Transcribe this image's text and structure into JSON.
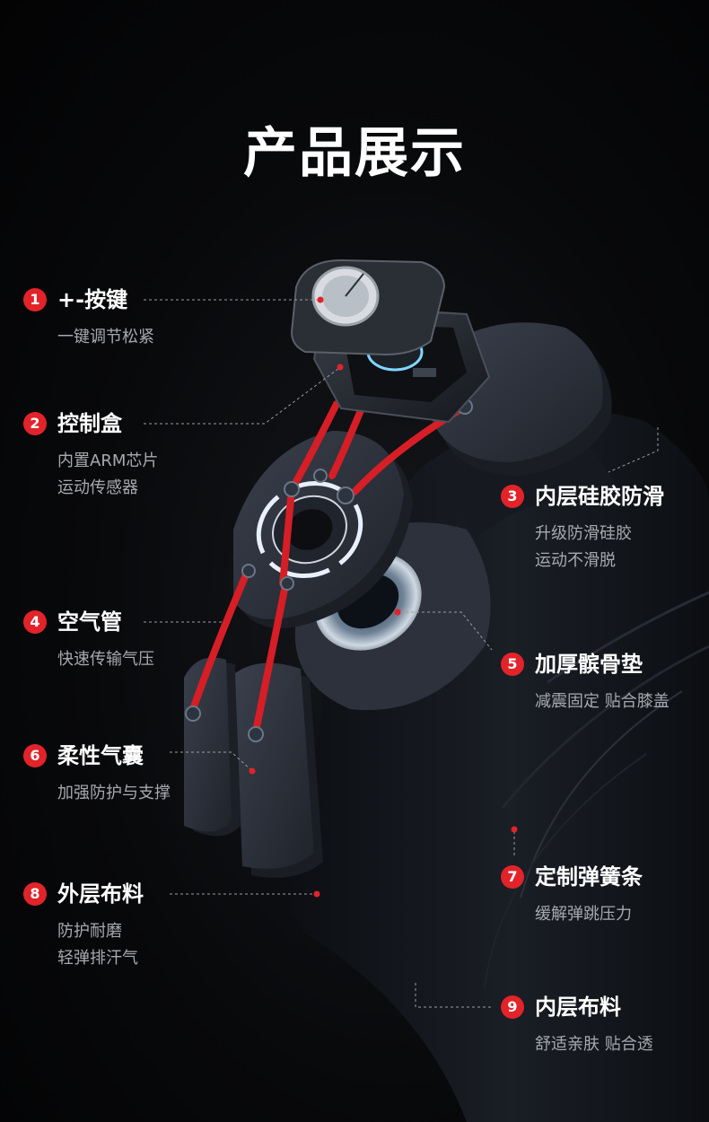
{
  "title": "产品展示",
  "colors": {
    "accent": "#e2232a",
    "hose": "#d61e26",
    "background": "#050506",
    "pad": "#2a2f3a",
    "sleeve": "#14171d"
  },
  "callouts": [
    {
      "num": "1",
      "title": "+-按键",
      "desc": [
        "一键调节松紧"
      ]
    },
    {
      "num": "2",
      "title": "控制盒",
      "desc": [
        "内置ARM芯片",
        "运动传感器"
      ]
    },
    {
      "num": "3",
      "title": "内层硅胶防滑",
      "desc": [
        "升级防滑硅胶",
        "运动不滑脱"
      ]
    },
    {
      "num": "4",
      "title": "空气管",
      "desc": [
        "快速传输气压"
      ]
    },
    {
      "num": "5",
      "title": "加厚髌骨垫",
      "desc": [
        "减震固定 贴合膝盖"
      ]
    },
    {
      "num": "6",
      "title": "柔性气囊",
      "desc": [
        "加强防护与支撑"
      ]
    },
    {
      "num": "7",
      "title": "定制弹簧条",
      "desc": [
        "缓解弹跳压力"
      ]
    },
    {
      "num": "8",
      "title": "外层布料",
      "desc": [
        "防护耐磨",
        "轻弹排汗气"
      ]
    },
    {
      "num": "9",
      "title": "内层布料",
      "desc": [
        "舒适亲肤 贴合透"
      ]
    }
  ]
}
